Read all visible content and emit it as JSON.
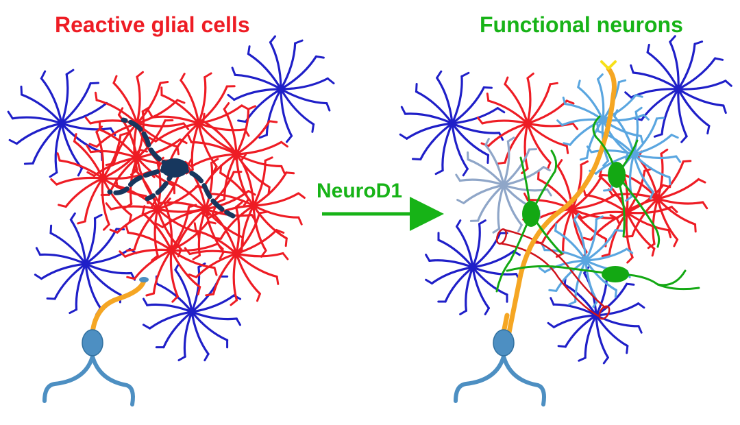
{
  "left_panel": {
    "title": "Reactive glial cells"
  },
  "right_panel": {
    "title": "Functional neurons"
  },
  "arrow": {
    "label": "NeuroD1"
  },
  "colors": {
    "reactive_glia": "#ee1c24",
    "astrocyte": "#1f1fc8",
    "light_astrocyte": "#5aa6e0",
    "faded_astrocyte": "#8fa6c8",
    "converting_cell": "#17375e",
    "neuron": "#13a813",
    "axon": "#f5a623",
    "source_neuron": "#4d8fc2",
    "blood_vessel": "#d0121b",
    "label_green": "#17b317",
    "label_red": "#ee1c24"
  },
  "icons": [
    "star-shaped-glial-cell",
    "neuron-cell-body",
    "axon",
    "dendrite",
    "blood-vessel",
    "right-arrow"
  ]
}
